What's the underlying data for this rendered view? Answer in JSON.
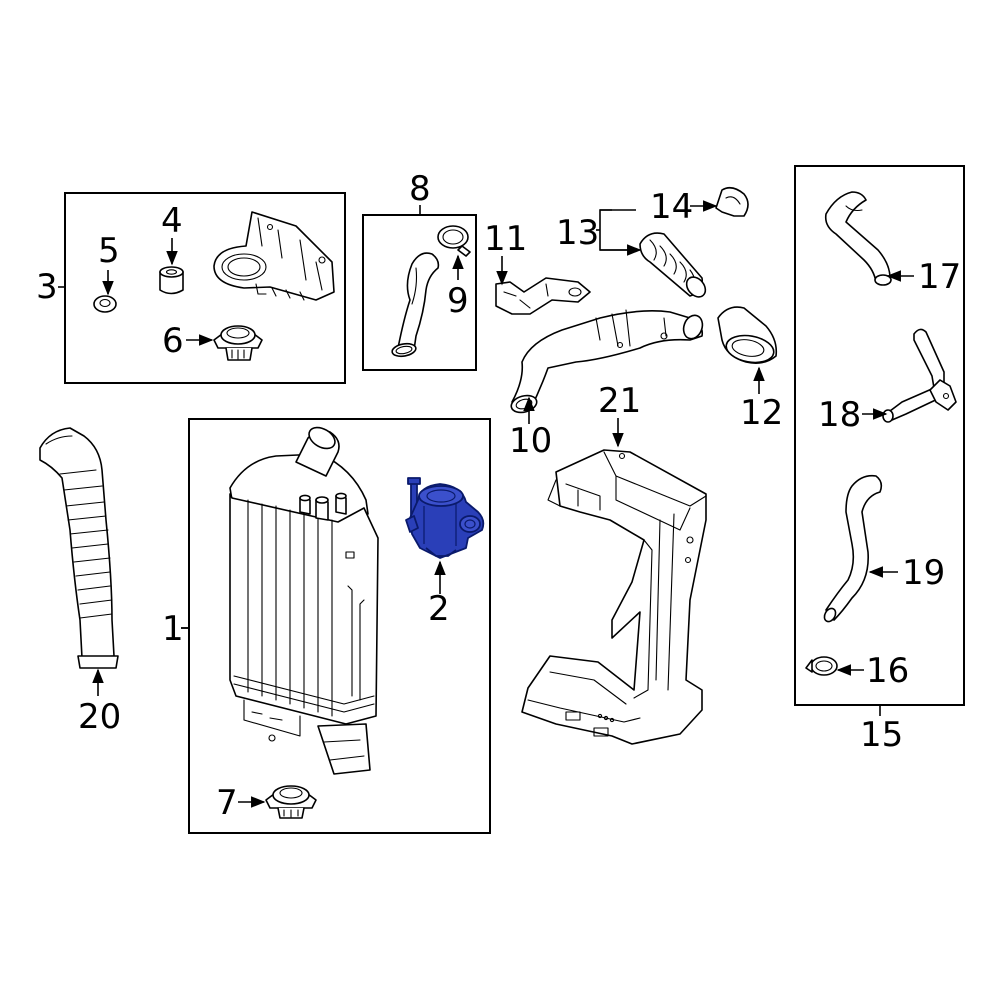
{
  "callouts": {
    "c1": "1",
    "c2": "2",
    "c3": "3",
    "c4": "4",
    "c5": "5",
    "c6": "6",
    "c7": "7",
    "c8": "8",
    "c9": "9",
    "c10": "10",
    "c11": "11",
    "c12": "12",
    "c13": "13",
    "c14": "14",
    "c15": "15",
    "c16": "16",
    "c17": "17",
    "c18": "18",
    "c19": "19",
    "c20": "20",
    "c21": "21"
  },
  "colors": {
    "highlight_part": "#2a3fb8",
    "line": "#000000",
    "background": "#ffffff"
  },
  "highlighted_callout": "2"
}
